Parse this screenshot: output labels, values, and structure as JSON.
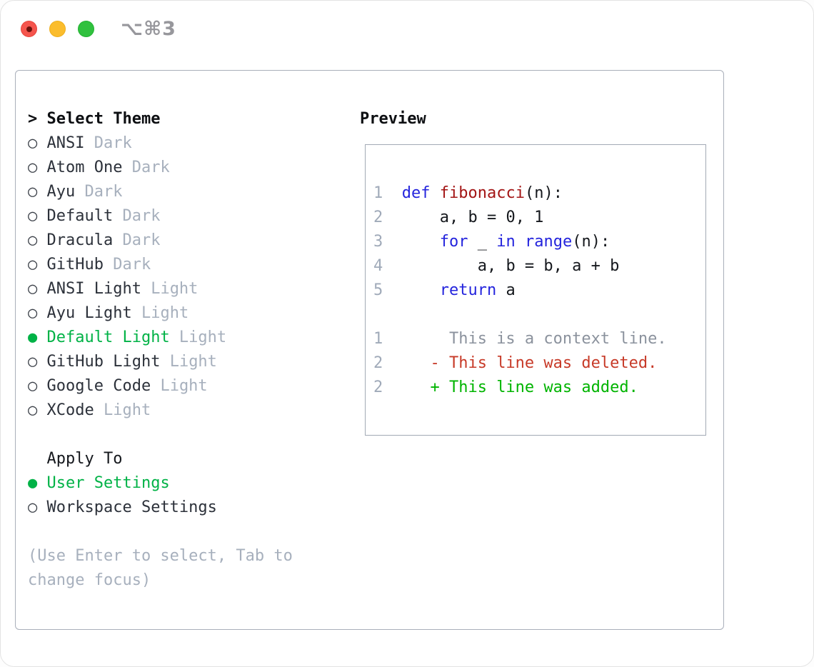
{
  "window": {
    "title": "⌥⌘3",
    "traffic_lights": [
      {
        "name": "close",
        "color": "#f5554d",
        "has_record_dot": true
      },
      {
        "name": "minimize",
        "color": "#fbbd2d"
      },
      {
        "name": "zoom",
        "color": "#30c13e"
      }
    ]
  },
  "theme_picker": {
    "header": {
      "marker": ">",
      "label": "Select Theme"
    },
    "items": [
      {
        "name": "ANSI",
        "variant": "Dark",
        "selected": false
      },
      {
        "name": "Atom One",
        "variant": "Dark",
        "selected": false
      },
      {
        "name": "Ayu",
        "variant": "Dark",
        "selected": false
      },
      {
        "name": "Default",
        "variant": "Dark",
        "selected": false
      },
      {
        "name": "Dracula",
        "variant": "Dark",
        "selected": false
      },
      {
        "name": "GitHub",
        "variant": "Dark",
        "selected": false
      },
      {
        "name": "ANSI Light",
        "variant": "Light",
        "selected": false
      },
      {
        "name": "Ayu Light",
        "variant": "Light",
        "selected": false
      },
      {
        "name": "Default Light",
        "variant": "Light",
        "selected": true
      },
      {
        "name": "GitHub Light",
        "variant": "Light",
        "selected": false
      },
      {
        "name": "Google Code",
        "variant": "Light",
        "selected": false
      },
      {
        "name": "XCode",
        "variant": "Light",
        "selected": false
      }
    ],
    "apply_to": {
      "label": "Apply To",
      "options": [
        {
          "name": "User Settings",
          "selected": true
        },
        {
          "name": "Workspace Settings",
          "selected": false
        }
      ]
    },
    "hint_lines": [
      "(Use Enter to select, Tab to",
      "change focus)"
    ]
  },
  "preview": {
    "title": "Preview",
    "lines": [
      [
        {
          "t": "1  ",
          "c": "num"
        },
        {
          "t": "def",
          "c": "kw"
        },
        {
          "t": " ",
          "c": "code"
        },
        {
          "t": "fibonacci",
          "c": "fn"
        },
        {
          "t": "(n):",
          "c": "code"
        }
      ],
      [
        {
          "t": "2  ",
          "c": "num"
        },
        {
          "t": "    a, b = 0, 1",
          "c": "code"
        }
      ],
      [
        {
          "t": "3  ",
          "c": "num"
        },
        {
          "t": "    ",
          "c": "code"
        },
        {
          "t": "for",
          "c": "kw"
        },
        {
          "t": " _ ",
          "c": "code"
        },
        {
          "t": "in",
          "c": "kw"
        },
        {
          "t": " ",
          "c": "code"
        },
        {
          "t": "range",
          "c": "kw"
        },
        {
          "t": "(n):",
          "c": "code"
        }
      ],
      [
        {
          "t": "4  ",
          "c": "num"
        },
        {
          "t": "        a, b = b, a + b",
          "c": "code"
        }
      ],
      [
        {
          "t": "5  ",
          "c": "num"
        },
        {
          "t": "    ",
          "c": "code"
        },
        {
          "t": "return",
          "c": "kw"
        },
        {
          "t": " a",
          "c": "code"
        }
      ],
      [],
      [
        {
          "t": "1",
          "c": "num"
        },
        {
          "t": "       This is a context line.",
          "c": "ctx"
        }
      ],
      [
        {
          "t": "2",
          "c": "num"
        },
        {
          "t": "     - This line was deleted.",
          "c": "del"
        }
      ],
      [
        {
          "t": "2",
          "c": "num"
        },
        {
          "t": "     + This line was added.",
          "c": "add"
        }
      ]
    ]
  },
  "colors": {
    "selection_green": "#00b246",
    "added_green": "#00b400",
    "deleted_red": "#c73a28",
    "keyword_blue": "#2424dd",
    "function_red": "#a31515",
    "muted_gray": "#a7b0bd",
    "line_number_gray": "#a0aab9",
    "context_gray": "#8b929d",
    "panel_border": "#a9afba"
  }
}
